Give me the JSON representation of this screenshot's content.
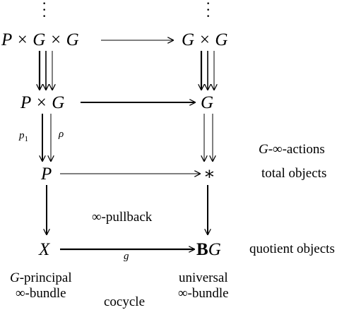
{
  "objects": {
    "p_g_g": "P × G × G",
    "g_g": "G × G",
    "p_g": "P × G",
    "g": "G",
    "p": "P",
    "star": "∗",
    "x": "X",
    "bg_bold": "B",
    "bg_g": "G"
  },
  "arrow_labels": {
    "p1": "p1",
    "rho": "ρ",
    "g": "g"
  },
  "annotations": {
    "actions": "G-∞-actions",
    "total": "total objects",
    "pullback": "∞-pullback",
    "quotient": "quotient objects",
    "principal_line1": "G-principal",
    "principal_line2": "∞-bundle",
    "cocycle": "cocycle",
    "universal_line1": "universal",
    "universal_line2": "∞-bundle"
  },
  "continuation": "⋮"
}
